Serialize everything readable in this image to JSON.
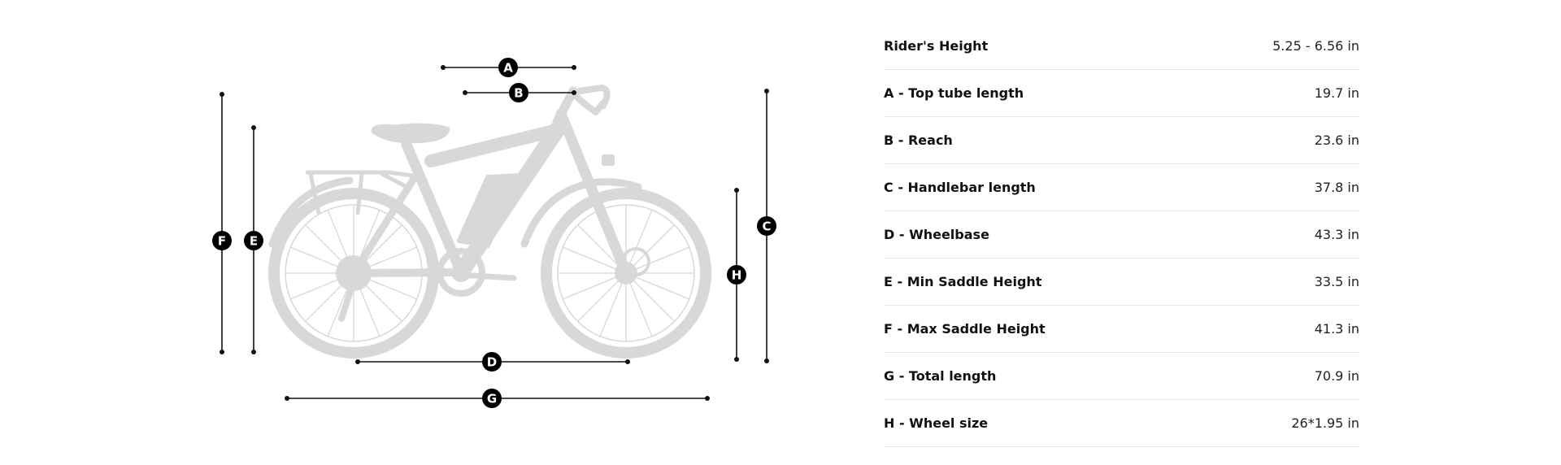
{
  "colors": {
    "bike": "#d8d8d8",
    "dimension_line": "#111111",
    "badge_fill": "#000000",
    "divider": "#e6e6e6"
  },
  "diagram": {
    "markers": {
      "A": "A",
      "B": "B",
      "C": "C",
      "D": "D",
      "E": "E",
      "F": "F",
      "G": "G",
      "H": "H"
    }
  },
  "specs": {
    "rows": [
      {
        "label": "Rider's Height",
        "value": "5.25 - 6.56 in"
      },
      {
        "label": "A - Top tube length",
        "value": "19.7 in"
      },
      {
        "label": "B - Reach",
        "value": "23.6 in"
      },
      {
        "label": "C - Handlebar length",
        "value": "37.8 in"
      },
      {
        "label": "D - Wheelbase",
        "value": "43.3 in"
      },
      {
        "label": "E - Min Saddle Height",
        "value": "33.5 in"
      },
      {
        "label": "F - Max Saddle Height",
        "value": "41.3 in"
      },
      {
        "label": "G - Total length",
        "value": "70.9 in"
      },
      {
        "label": "H - Wheel size",
        "value": "26*1.95 in"
      }
    ]
  }
}
